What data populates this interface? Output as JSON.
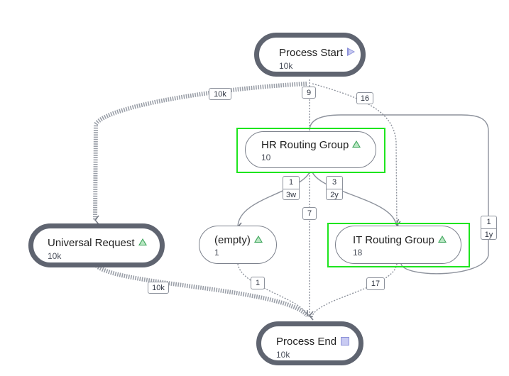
{
  "nodes": {
    "start": {
      "title": "Process Start",
      "count": "10k",
      "icon": "play-icon"
    },
    "hr": {
      "title": "HR Routing Group",
      "count": "10",
      "icon": "triangle-up-icon"
    },
    "universal": {
      "title": "Universal Request",
      "count": "10k",
      "icon": "triangle-up-icon"
    },
    "empty": {
      "title": "(empty)",
      "count": "1",
      "icon": "triangle-up-icon"
    },
    "it": {
      "title": "IT Routing Group",
      "count": "18",
      "icon": "triangle-up-icon"
    },
    "end": {
      "title": "Process End",
      "count": "10k",
      "icon": "stop-icon"
    }
  },
  "edges": {
    "start_universal": {
      "label": "10k"
    },
    "start_hr": {
      "label": "9"
    },
    "start_it": {
      "label": "16"
    },
    "hr_empty": {
      "count": "1",
      "duration": "3w"
    },
    "hr_it": {
      "count": "3",
      "duration": "2y"
    },
    "hr_end": {
      "label": "7"
    },
    "it_hr": {
      "count": "1",
      "duration": "1y"
    },
    "universal_end": {
      "label": "10k"
    },
    "empty_end": {
      "label": "1"
    },
    "it_end": {
      "label": "17"
    }
  },
  "colors": {
    "selection": "#1ee51e",
    "edge": "#8d929c",
    "thick_border": "#5f6470",
    "increase_icon": "#3ea55c",
    "terminal_icon": "#8b90d8"
  }
}
